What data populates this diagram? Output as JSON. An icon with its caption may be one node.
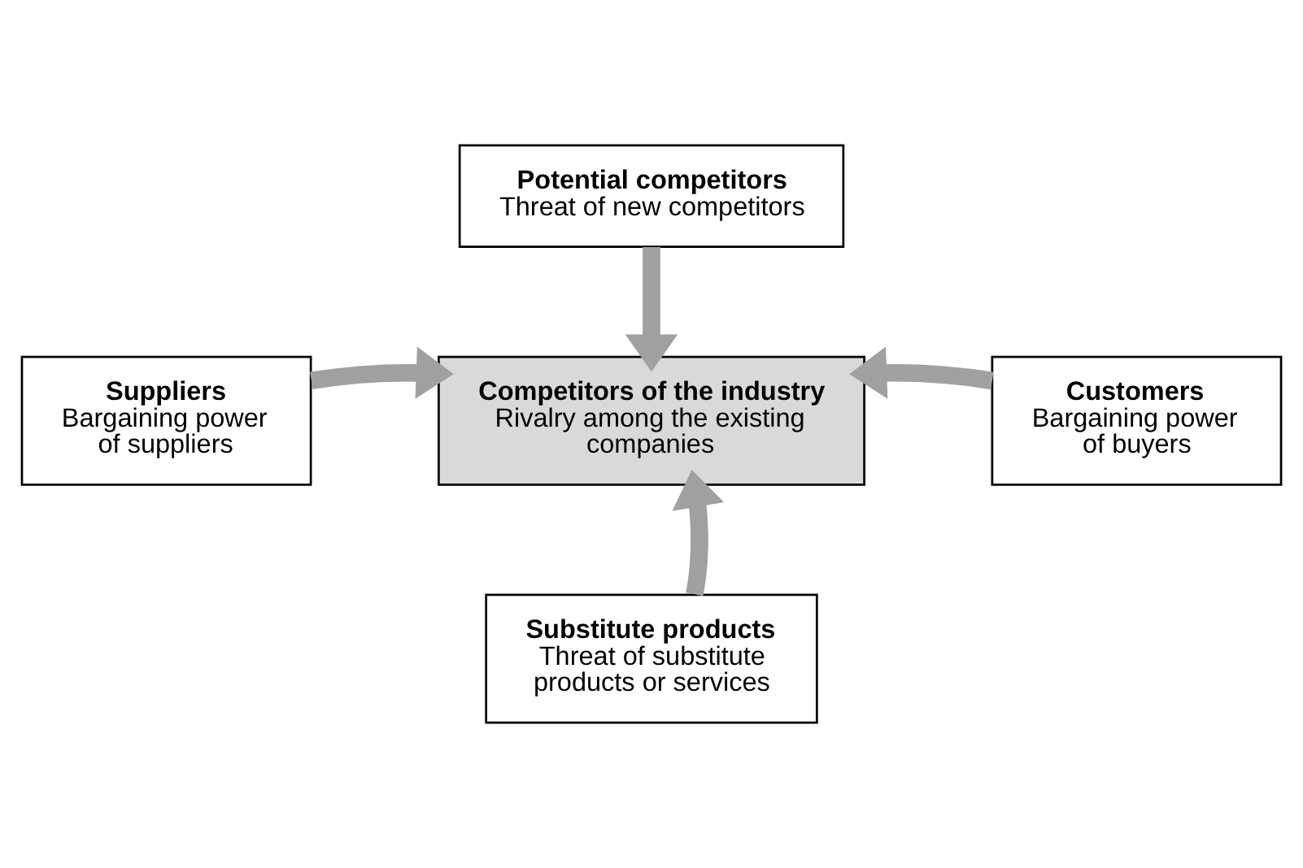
{
  "diagram": {
    "nodes": [
      {
        "text": [
          "Potential competitors",
          "Threat of new competitors"
        ]
      },
      {
        "text": [
          "Suppliers",
          "Bargaining power of suppliers"
        ]
      },
      {
        "text": [
          "Competitors of the industry",
          "Rivalry among the existing companies"
        ]
      },
      {
        "text": [
          "Customers",
          "Bargaining power of buyers"
        ]
      },
      {
        "text": [
          "Substitute products",
          "Threat of substitute products or services"
        ]
      }
    ],
    "edges": [
      {
        "from": 0,
        "to": 2,
        "arrow": "to"
      },
      {
        "from": 1,
        "to": 2,
        "arrow": "to"
      },
      {
        "from": 3,
        "to": 2,
        "arrow": "to"
      },
      {
        "from": 4,
        "to": 2,
        "arrow": "to"
      }
    ]
  }
}
